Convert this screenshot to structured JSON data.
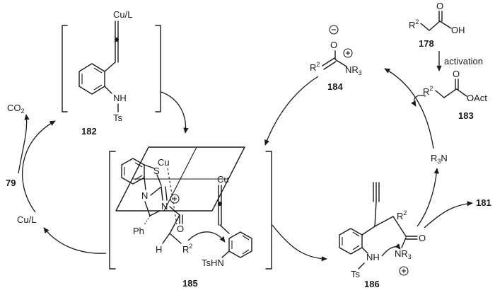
{
  "labels": {
    "cu_l_top": "Cu/L",
    "nh_182": "NH",
    "ts_182": "Ts",
    "co2_main": "CO",
    "co2_sub": "2",
    "cu_l_left": "Cu/L",
    "cu_185": "Cu",
    "cu_alkyne_185": "Cu",
    "s_185": "S",
    "n_ring_185": "N",
    "n_plus_185": "N",
    "o_185": "O",
    "ph_185": "Ph",
    "h_185": "H",
    "r_185": "R",
    "r_185_sup": "2",
    "tshn_185": "TsHN",
    "r_184": "R",
    "r_184_sup": "2",
    "o_184": "O",
    "nr3_184": "NR",
    "nr3_184_sub": "3",
    "r_178": "R",
    "r_178_sup": "2",
    "o_178": "O",
    "oh_178": "OH",
    "activation": "activation",
    "r_183": "R",
    "r_183_sup": "2",
    "o_183": "O",
    "oact_183": "OAct",
    "r3n": "R",
    "r3n_sub": "3",
    "r3n_n": "N",
    "nh_186": "NH",
    "ts_186": "Ts",
    "r_186": "R",
    "r_186_sup": "2",
    "o_186": "O",
    "nr3_186": "NR",
    "nr3_186_sub": "3"
  },
  "compound_numbers": {
    "c182": "182",
    "c79": "79",
    "c185": "185",
    "c184": "184",
    "c178": "178",
    "c183": "183",
    "c186": "186",
    "c181": "181"
  }
}
